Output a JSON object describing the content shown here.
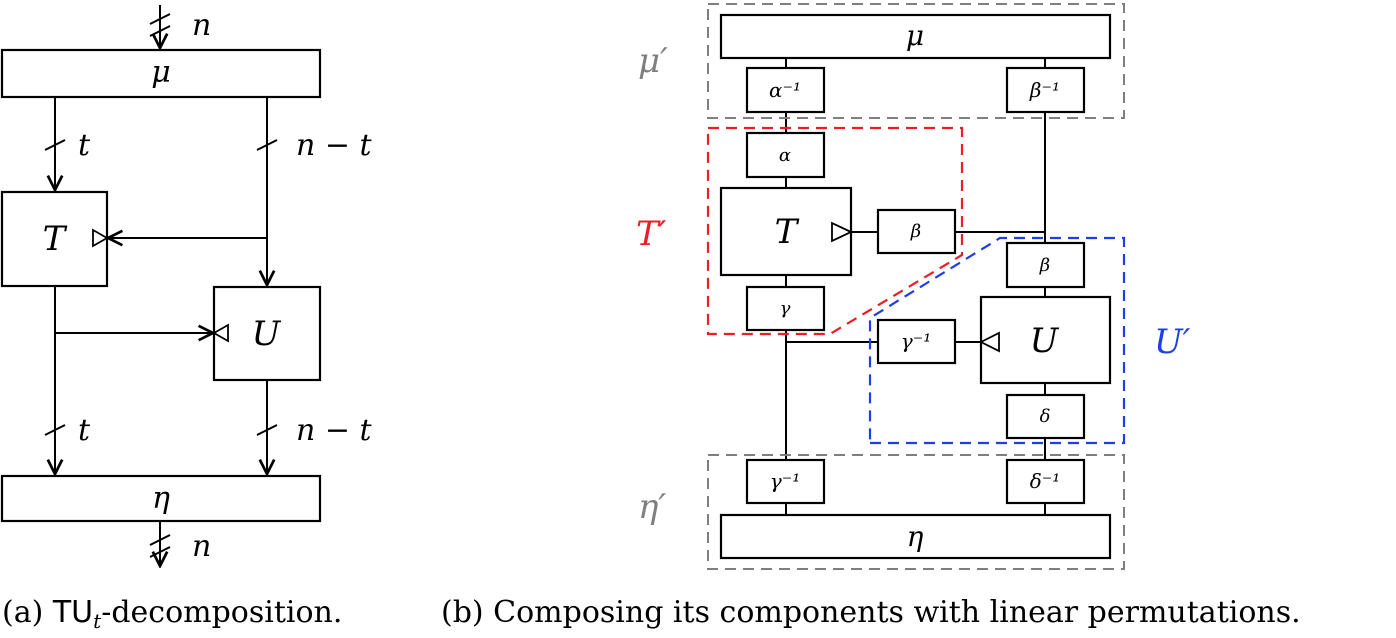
{
  "panel_a": {
    "caption_prefix": "(a) ",
    "caption_tu": "TU",
    "caption_sub": "t",
    "caption_suffix": "-decomposition.",
    "mu": "μ",
    "eta": "η",
    "t_block": "T",
    "u_block": "U",
    "label_in": "n",
    "label_out": "n",
    "label_t_top": "t",
    "label_nt_top": "n − t",
    "label_t_bottom": "t",
    "label_nt_bottom": "n − t"
  },
  "panel_b": {
    "caption": "(b) Composing its components with linear permutations.",
    "mu": "μ",
    "eta": "η",
    "t_block": "T",
    "u_block": "U",
    "alpha_inv": "α⁻¹",
    "beta_inv": "β⁻¹",
    "alpha": "α",
    "beta_t": "β",
    "beta_u": "β",
    "gamma": "γ",
    "gamma_inv_mid": "γ⁻¹",
    "delta": "δ",
    "gamma_inv_bottom": "γ⁻¹",
    "delta_inv": "δ⁻¹",
    "mu_prime": "μ′",
    "t_prime": "T′",
    "u_prime": "U′",
    "eta_prime": "η′"
  },
  "colors": {
    "gray": "#7f7f7f",
    "red": "#ee1c25",
    "blue": "#1d3fe3"
  }
}
